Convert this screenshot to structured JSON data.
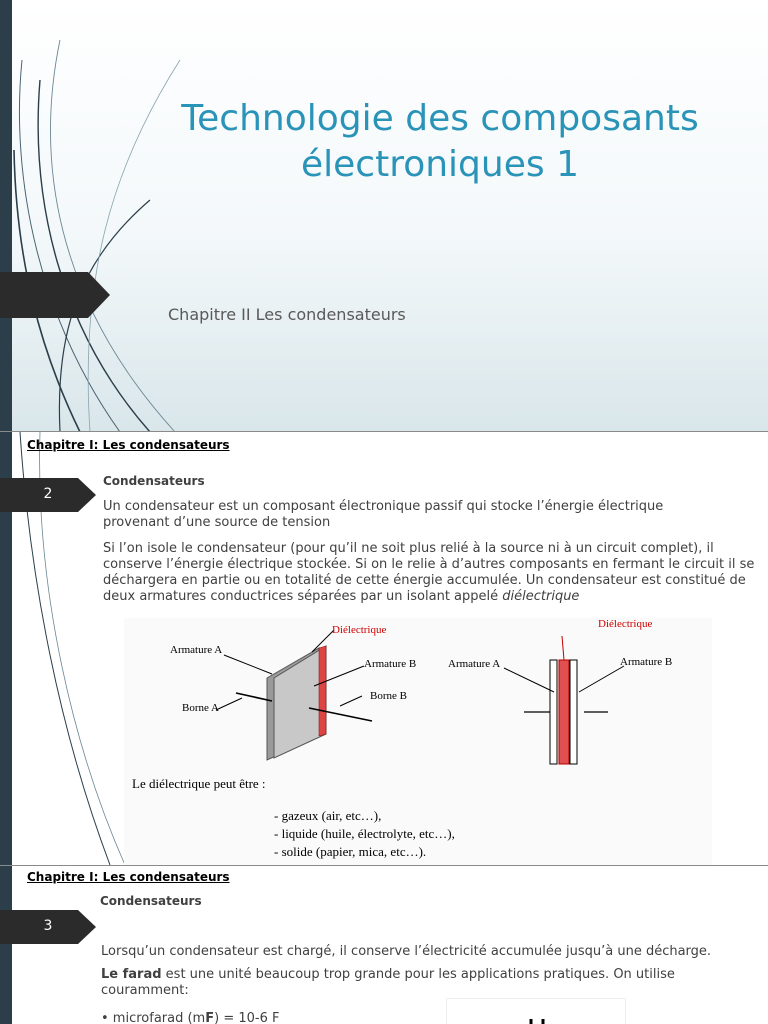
{
  "slide1": {
    "title_line1": "Technologie des composants",
    "title_line2": "électroniques 1",
    "subtitle": "Chapitre II Les condensateurs"
  },
  "slide2": {
    "header": "Chapitre I: Les condensateurs",
    "number": "2",
    "section_title": "Condensateurs",
    "para1": "Un condensateur est un composant électronique passif qui stocke l’énergie électrique provenant d’une source de tension",
    "para2_a": "Si l’on isole le condensateur (pour qu’il ne soit plus relié à la source ni à un circuit complet), il conserve l’énergie électrique stockée. Si on le relie à d’autres composants en fermant le circuit il se déchargera en partie ou en totalité de cette énergie accumulée. Un condensateur est constitué de deux armatures conductrices séparées par un isolant appelé ",
    "para2_em": "diélectrique",
    "figure": {
      "dielectrique_left": "Diélectrique",
      "armature_a_left": "Armature A",
      "armature_b_left": "Armature B",
      "borne_a": "Borne A",
      "borne_b": "Borne B",
      "dielectrique_right": "Diélectrique",
      "armature_a_right": "Armature A",
      "armature_b_right": "Armature B",
      "intro": "Le diélectrique peut être :",
      "list": [
        "- gazeux (air, etc…),",
        "- liquide (huile, électrolyte, etc…),",
        "- solide (papier, mica, etc…)."
      ]
    }
  },
  "slide3": {
    "header": "Chapitre I: Les condensateurs",
    "number": "3",
    "section_title": "Condensateurs",
    "para1": "Lorsqu’un condensateur est chargé, il conserve l’électricité accumulée jusqu’à une décharge.",
    "para2_bold": "Le farad",
    "para2_rest": " est une unité beaucoup trop grande pour les applications pratiques. On utilise couramment:",
    "bullet1_a": "• microfarad (m",
    "bullet1_b": "F",
    "bullet1_c": ") = 10-6 F"
  }
}
